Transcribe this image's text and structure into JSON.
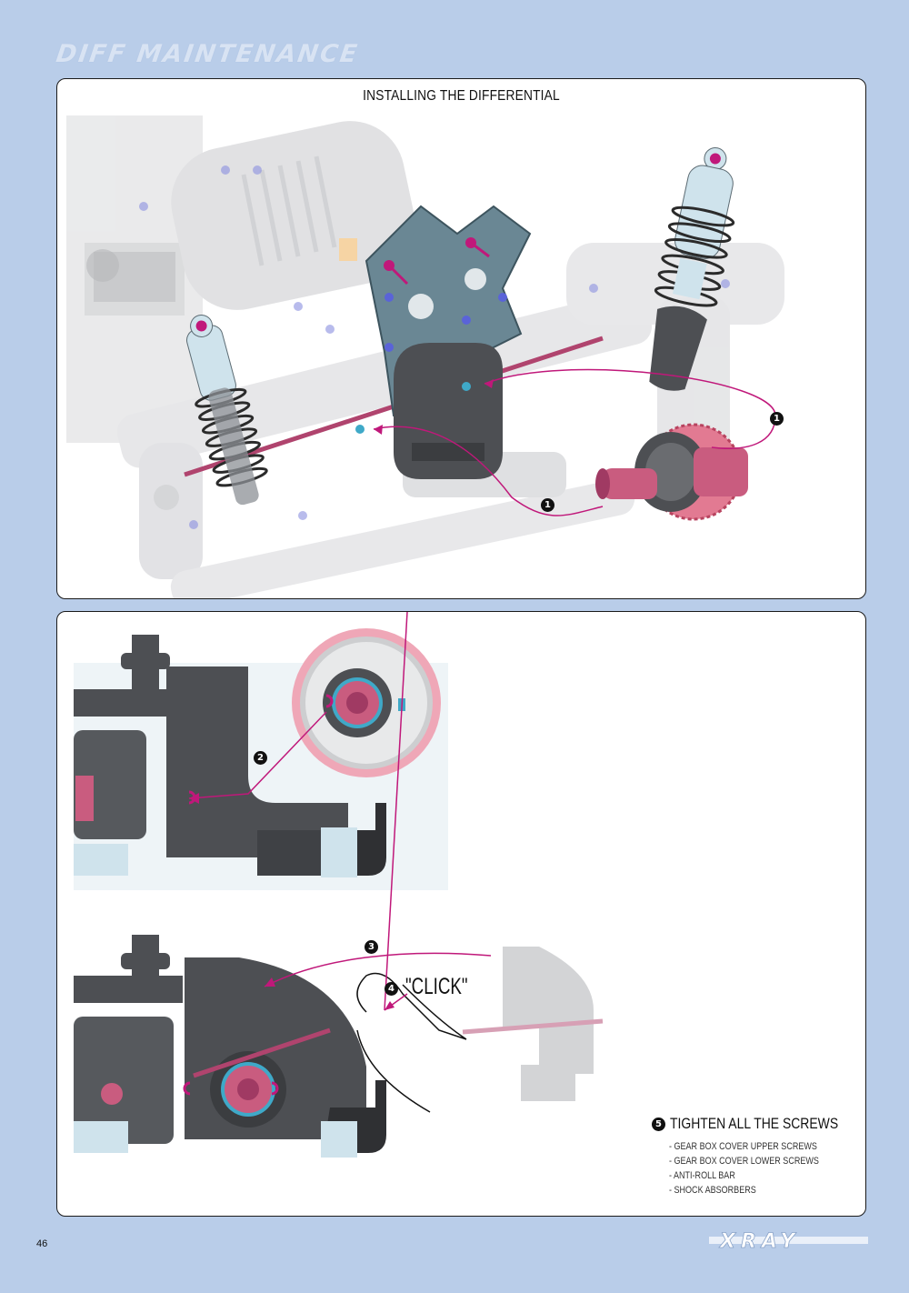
{
  "header": {
    "title": "DIFF MAINTENANCE"
  },
  "panel_top": {
    "title": "INSTALLING THE DIFFERENTIAL",
    "badges": [
      "1",
      "1"
    ]
  },
  "panel_bottom": {
    "step2_badge": "2",
    "step3_badge": "3",
    "step4_badge": "4",
    "click_text": "\"CLICK\"",
    "step5_badge": "5",
    "step5_title": "TIGHTEN ALL THE SCREWS",
    "step5_items": [
      "- GEAR BOX COVER UPPER SCREWS",
      "- GEAR BOX COVER LOWER SCREWS",
      "- ANTI-ROLL BAR",
      "- SHOCK ABSORBERS"
    ]
  },
  "footer": {
    "page_number": "46",
    "brand": "XRAY"
  },
  "colors": {
    "background": "#b9cde9",
    "accent": "#c0187a",
    "part_dark": "#4d4f53",
    "part_light": "#cfe3ec",
    "gear_pink": "#e27a92"
  }
}
